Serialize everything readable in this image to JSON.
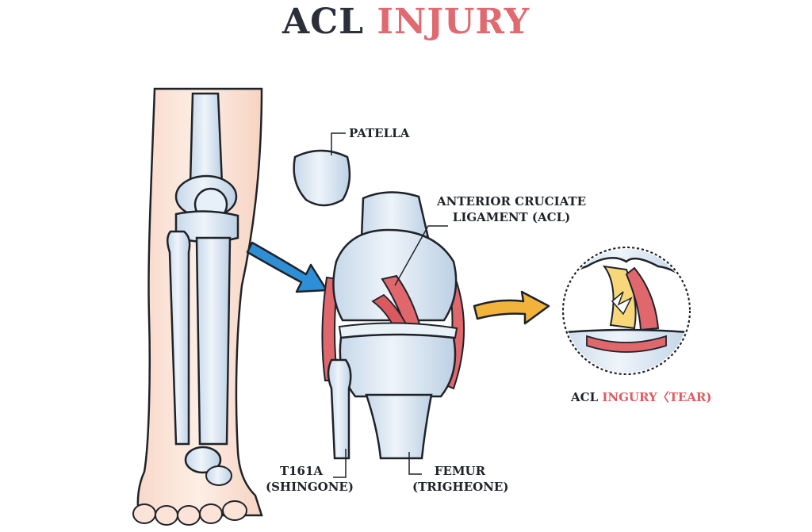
{
  "title": {
    "part1": "ACL",
    "part2": "INJURY"
  },
  "labels": {
    "patella": "PATELLA",
    "acl_line1": "ANTERIOR CRUCIATE",
    "acl_line2": "LIGAMENT (ACL)",
    "tibia_line1": "T161A",
    "tibia_line2": "(SHINGONE)",
    "femur_line1": "FEMUR",
    "femur_line2": "(TRIGHEONE)"
  },
  "tear_caption": {
    "part1": "ACL",
    "part2": "INGURY〈TEAR)"
  },
  "colors": {
    "title_dark": "#2b2f3a",
    "title_accent": "#e06a6f",
    "bone": "#dce8f4",
    "ligament": "#e0676c",
    "skin": "#fbe3d7",
    "arrow_blue": "#2f8fd6",
    "arrow_orange": "#f2b33d",
    "tear_yellow": "#f7d77a"
  }
}
